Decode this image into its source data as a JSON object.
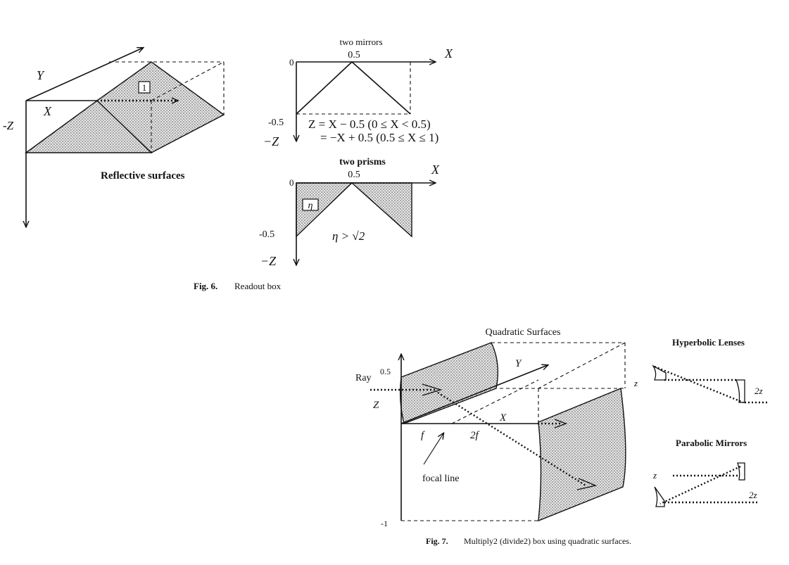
{
  "fig6": {
    "surface": {
      "axis_y": "Y",
      "axis_x": "X",
      "axis_neg_z": "-Z",
      "box_label": "1",
      "caption": "Reflective surfaces"
    },
    "mirrors": {
      "title": "two mirrors",
      "mid_tick": "0.5",
      "origin": "0",
      "axis_x": "X",
      "neg_tick": "-0.5",
      "axis_neg_z": "−Z",
      "eq_line1": "Z = X − 0.5 (0 ≤ X < 0.5)",
      "eq_line2": "= −X + 0.5 (0.5 ≤ X ≤ 1)"
    },
    "prisms": {
      "title": "two prisms",
      "mid_tick": "0.5",
      "origin": "0",
      "axis_x": "X",
      "box_label": "η",
      "neg_tick": "-0.5",
      "condition": "η > √2",
      "axis_neg_z": "−Z"
    },
    "caption_num": "Fig. 6.",
    "caption_text": "Readout box"
  },
  "fig7": {
    "title": "Quadratic Surfaces",
    "ray_label": "Ray",
    "tick_top": "0.5",
    "axis_z": "Z",
    "axis_y": "Y",
    "axis_x": "X",
    "tick_f": "f",
    "tick_2f": "2f",
    "focal_label": "focal line",
    "tick_bottom": "-1",
    "right_z": "z",
    "hyperbolic": {
      "title": "Hyperbolic Lenses",
      "out_label": "2z"
    },
    "parabolic": {
      "title": "Parabolic Mirrors",
      "in_label": "z",
      "out_label": "2z"
    },
    "caption_num": "Fig. 7.",
    "caption_text": "Multiply2 (divide2) box using quadratic surfaces."
  }
}
